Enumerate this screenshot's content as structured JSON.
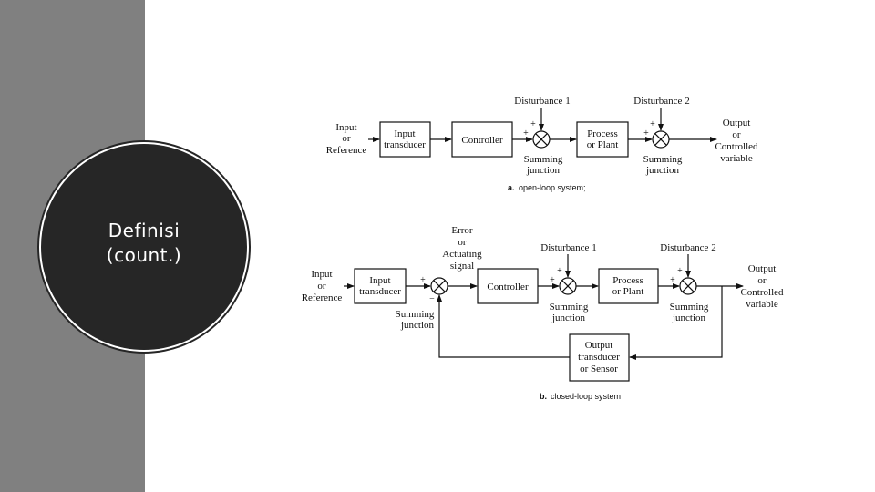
{
  "slide": {
    "title_line1": "Definisi",
    "title_line2": "(count.)",
    "colors": {
      "side_panel": "#808080",
      "circle": "#262626",
      "title_text": "#ffffff"
    }
  },
  "open_loop": {
    "input_l1": "Input",
    "input_l2": "or",
    "input_l3": "Reference",
    "transducer_l1": "Input",
    "transducer_l2": "transducer",
    "controller": "Controller",
    "process_l1": "Process",
    "process_l2": "or Plant",
    "disturbance1": "Disturbance 1",
    "disturbance2": "Disturbance 2",
    "sj1_l1": "Summing",
    "sj1_l2": "junction",
    "sj2_l1": "Summing",
    "sj2_l2": "junction",
    "output_l1": "Output",
    "output_l2": "or",
    "output_l3": "Controlled",
    "output_l4": "variable",
    "caption_letter": "a.",
    "caption_text": "open-loop system;"
  },
  "closed_loop": {
    "input_l1": "Input",
    "input_l2": "or",
    "input_l3": "Reference",
    "transducer_l1": "Input",
    "transducer_l2": "transducer",
    "error_l1": "Error",
    "error_l2": "or",
    "error_l3": "Actuating",
    "error_l4": "signal",
    "sj0_l1": "Summing",
    "sj0_l2": "junction",
    "controller": "Controller",
    "disturbance1": "Disturbance 1",
    "disturbance2": "Disturbance 2",
    "process_l1": "Process",
    "process_l2": "or Plant",
    "sj1_l1": "Summing",
    "sj1_l2": "junction",
    "sj2_l1": "Summing",
    "sj2_l2": "junction",
    "output_l1": "Output",
    "output_l2": "or",
    "output_l3": "Controlled",
    "output_l4": "variable",
    "sensor_l1": "Output",
    "sensor_l2": "transducer",
    "sensor_l3": "or Sensor",
    "caption_letter": "b.",
    "caption_text": "closed-loop system"
  },
  "signs": {
    "plus": "+",
    "minus": "−"
  }
}
